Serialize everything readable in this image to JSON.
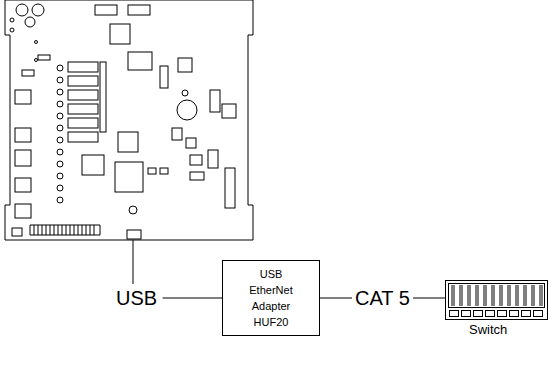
{
  "diagram": {
    "nodes": [
      {
        "text": [
          "USB EtherNet Adapter HUF20"
        ]
      },
      {
        "text": [
          "Switch"
        ]
      }
    ],
    "edges": [
      {
        "from": 0,
        "to": 1,
        "arrow": "none",
        "label": "CAT 5"
      }
    ],
    "labels": [
      "USB"
    ]
  }
}
